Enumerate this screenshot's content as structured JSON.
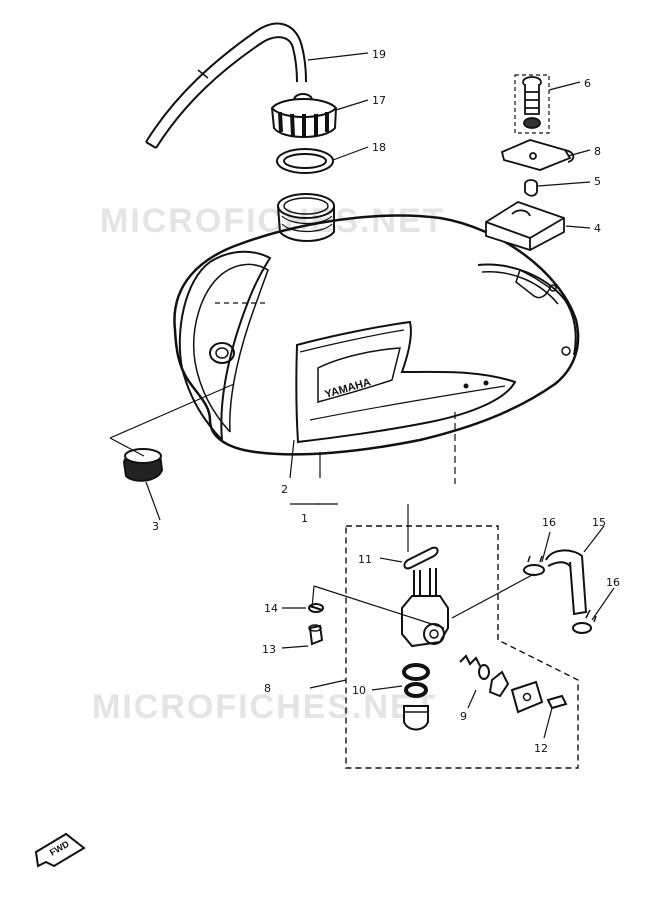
{
  "watermark": "MICROFICHES.NET",
  "brand_label": "YAMAHA",
  "forward_label": "FWD",
  "callouts": {
    "p1": "1",
    "p2": "2",
    "p3": "3",
    "p4": "4",
    "p5": "5",
    "p6": "6",
    "p8": "8",
    "p8b": "8",
    "p9": "9",
    "p10": "10",
    "p11": "11",
    "p12": "12",
    "p13": "13",
    "p14": "14",
    "p15": "15",
    "p16": "16",
    "p16b": "16",
    "p17": "17",
    "p18": "18",
    "p19": "19"
  }
}
